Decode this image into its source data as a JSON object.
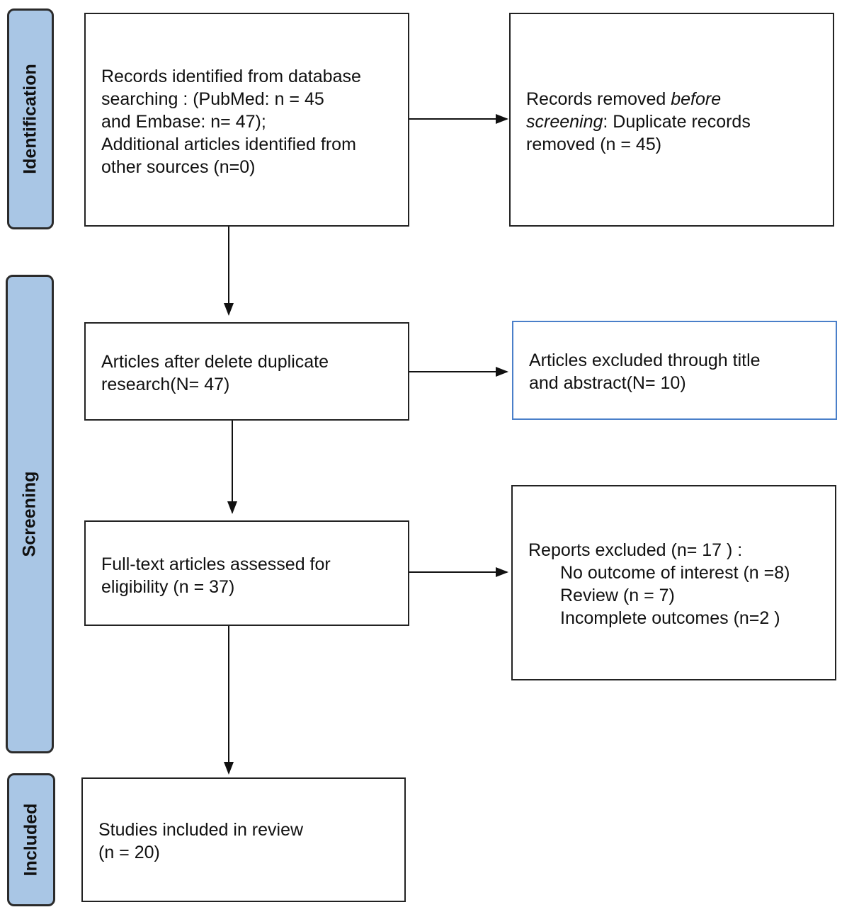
{
  "phases": {
    "identification": "Identification",
    "screening": "Screening",
    "included": "Included"
  },
  "boxes": {
    "records_identified": [
      "Records identified from database",
      "searching : (PubMed: n = 45",
      "and Embase: n= 47);",
      "Additional articles identified from",
      "other sources (n=0)"
    ],
    "records_removed": {
      "line1_prefix": "Records removed ",
      "line1_emph": "before",
      "line2_emph": "screening",
      "line2_rest": ": Duplicate records",
      "line3": "removed  (n = 45)"
    },
    "after_delete": [
      "Articles after delete duplicate",
      "research(N= 47)"
    ],
    "excluded_title": [
      "Articles excluded through title",
      "and abstract(N= 10)"
    ],
    "fulltext": [
      "Full-text articles assessed for",
      "eligibility (n = 37)"
    ],
    "reports_excluded": {
      "header": "Reports excluded (n= 17 ) :",
      "items": [
        "No outcome of interest (n =8)",
        "Review (n = 7)",
        "Incomplete outcomes (n=2 )"
      ]
    },
    "included": [
      "Studies included in review",
      "(n = 20)"
    ]
  },
  "colors": {
    "phase_fill": "#a9c6e5",
    "phase_border": "#2b2b2b",
    "box_border": "#222222",
    "highlight_border": "#4a7fc9"
  }
}
